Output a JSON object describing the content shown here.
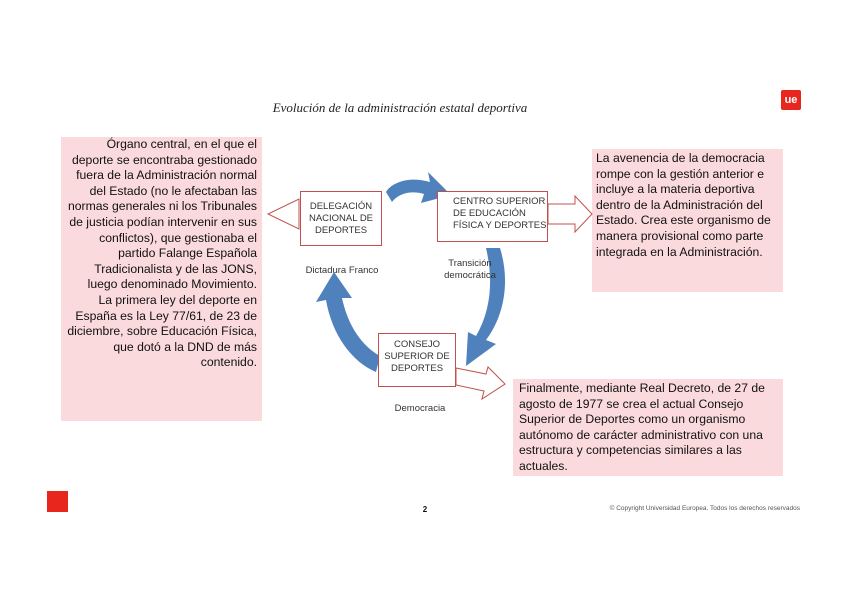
{
  "title": "Evolución de la administración estatal deportiva",
  "logo_text": "ue",
  "left_box": {
    "paragraph1": "Órgano central, en el que el deporte se encontraba gestionado fuera de la Administración normal del Estado (no le afectaban las normas generales ni los Tribunales de justicia podían intervenir en sus conflictos), que gestionaba el partido Falange Española Tradicionalista y de las JONS, luego denominado Movimiento.",
    "paragraph2": "La primera ley del deporte en España es la Ley 77/61, de 23 de diciembre, sobre Educación Física, que dotó a la DND de más contenido."
  },
  "right_box": {
    "text": "La avenencia de la democracia rompe con la gestión anterior e incluye a la materia deportiva dentro de la Administración del Estado. Crea este organismo de manera provisional como parte integrada en la Administración."
  },
  "bottom_box": {
    "text": "Finalmente, mediante Real Decreto, de 27 de agosto de 1977 se crea el actual Consejo Superior de Deportes como un organismo autónomo de carácter administrativo con una estructura y competencias similares a las actuales."
  },
  "nodes": {
    "dnd": "DELEGACIÓN NACIONAL DE DEPORTES",
    "cse": "CENTRO SUPERIOR DE EDUCACIÓN FÍSICA Y DEPORTES",
    "csd": "CONSEJO SUPERIOR DE DEPORTES"
  },
  "labels": {
    "franco": "Dictadura Franco",
    "transicion": "Transición democrática",
    "democracia": "Democracia"
  },
  "footer": {
    "page_number": "2",
    "copyright": "© Copyright Universidad Europea. Todos los derechos reservados"
  },
  "colors": {
    "accent_red": "#e8261e",
    "box_pink": "#fadadd",
    "arrow_blue": "#4f81bd",
    "outline_red": "#c0504d"
  }
}
